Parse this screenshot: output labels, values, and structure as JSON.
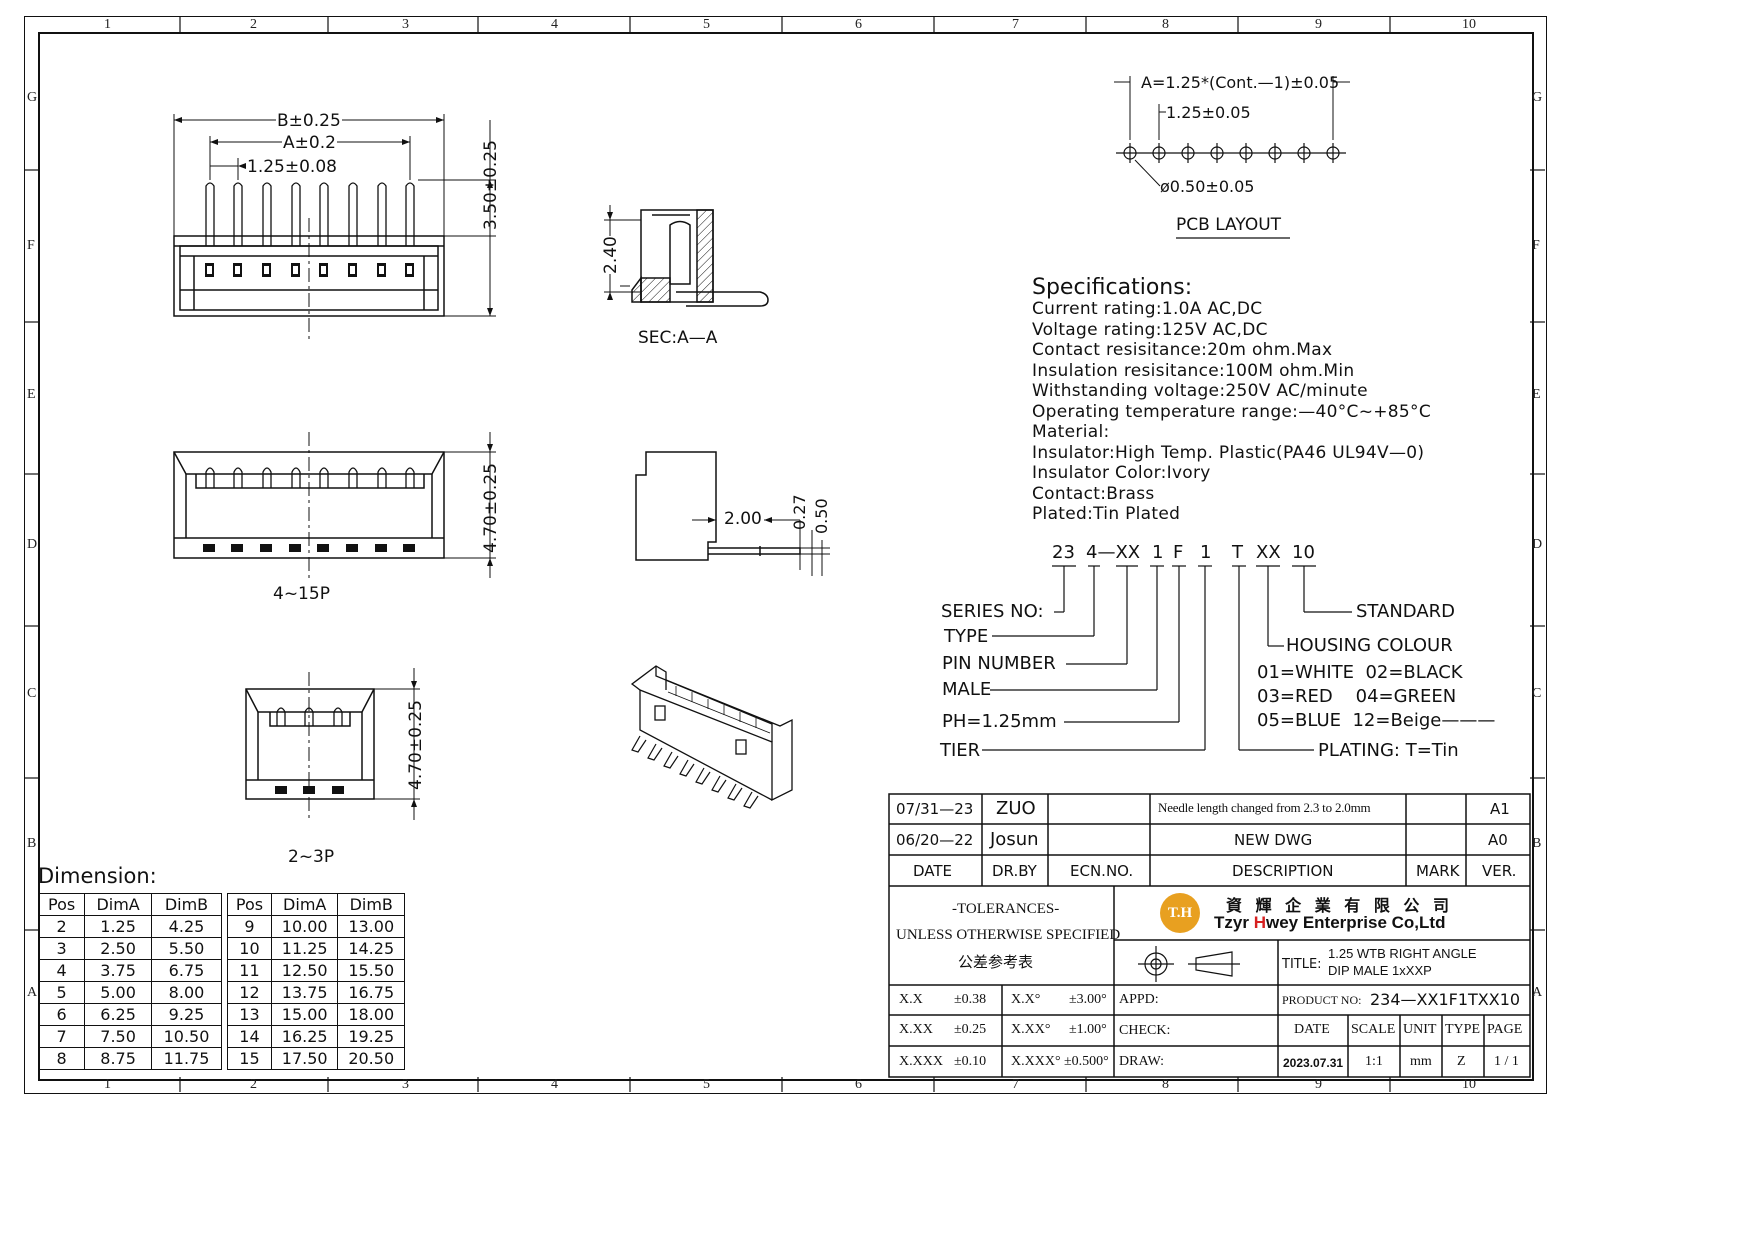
{
  "frame": {
    "col_numbers": [
      "1",
      "2",
      "3",
      "4",
      "5",
      "6",
      "7",
      "8",
      "9",
      "10"
    ],
    "row_letters": [
      "G",
      "F",
      "E",
      "D",
      "C",
      "B",
      "A"
    ]
  },
  "views": {
    "top": {
      "dim_b": "B±0.25",
      "dim_a": "A±0.2",
      "pitch": "1.25±0.08",
      "height": "3.50±0.25"
    },
    "section": {
      "dim_240": "2.40",
      "caption": "SEC:A—A"
    },
    "front": {
      "height": "4.70±0.25",
      "caption": "4~15P"
    },
    "side": {
      "dim_200": "2.00",
      "dim_027": "0.27",
      "dim_050": "0.50"
    },
    "small": {
      "height": "4.70±0.25",
      "caption": "2~3P"
    }
  },
  "pcb": {
    "dim_a": "A=1.25*(Cont.—1)±0.05",
    "pitch": "1.25±0.05",
    "hole": "ø0.50±0.05",
    "title": "PCB  LAYOUT"
  },
  "specs": {
    "title": "Specifications:",
    "lines": [
      "Current  rating:1.0A  AC,DC",
      "Voltage  rating:125V  AC,DC",
      "Contact  resisitance:20m  ohm.Max",
      "Insulation  resisitance:100M  ohm.Min",
      "Withstanding  voltage:250V  AC/minute",
      "Operating  temperature  range:—40°C~+85°C",
      "Material:",
      "Insulator:High  Temp.  Plastic(PA46  UL94V—0)",
      "Insulator  Color:Ivory",
      "Contact:Brass",
      "Plated:Tin  Plated"
    ]
  },
  "part_code": {
    "segments": [
      "23",
      "4—XX",
      "1",
      "F",
      "1",
      "T",
      "XX",
      "10"
    ],
    "series": "SERIES  NO:",
    "type": "TYPE",
    "pin_number": "PIN  NUMBER",
    "male": "MALE",
    "ph": "PH=1.25mm",
    "tier": "TIER",
    "standard": "STANDARD",
    "housing": "HOUSING  COLOUR",
    "colours": [
      "01=WHITE  02=BLACK",
      "03=RED    04=GREEN",
      "05=BLUE  12=Beige———"
    ],
    "plating": "PLATING: T=Tin"
  },
  "dimension_table": {
    "title": "Dimension:",
    "headers": [
      "Pos",
      "DimA",
      "DimB"
    ],
    "left": [
      [
        "2",
        "1.25",
        "4.25"
      ],
      [
        "3",
        "2.50",
        "5.50"
      ],
      [
        "4",
        "3.75",
        "6.75"
      ],
      [
        "5",
        "5.00",
        "8.00"
      ],
      [
        "6",
        "6.25",
        "9.25"
      ],
      [
        "7",
        "7.50",
        "10.50"
      ],
      [
        "8",
        "8.75",
        "11.75"
      ]
    ],
    "right": [
      [
        "9",
        "10.00",
        "13.00"
      ],
      [
        "10",
        "11.25",
        "14.25"
      ],
      [
        "11",
        "12.50",
        "15.50"
      ],
      [
        "12",
        "13.75",
        "16.75"
      ],
      [
        "13",
        "15.00",
        "18.00"
      ],
      [
        "14",
        "16.25",
        "19.25"
      ],
      [
        "15",
        "17.50",
        "20.50"
      ]
    ]
  },
  "revisions": [
    {
      "date": "07/31—23",
      "by": "ZUO",
      "ecn": "",
      "desc": "Needle length changed from 2.3 to 2.0mm",
      "mark": "",
      "ver": "A1"
    },
    {
      "date": "06/20—22",
      "by": "Josun",
      "ecn": "",
      "desc": "NEW  DWG",
      "mark": "",
      "ver": "A0"
    }
  ],
  "revision_headers": {
    "date": "DATE",
    "by": "DR.BY",
    "ecn": "ECN.NO.",
    "desc": "DESCRIPTION",
    "mark": "MARK",
    "ver": "VER."
  },
  "tolerances": {
    "title": "-TOLERANCES-",
    "line2": "UNLESS OTHERWISE SPECIFIED",
    "line3": "公差参考表",
    "rows": [
      [
        "X.X",
        "±0.38",
        "X.X°",
        "±3.00°"
      ],
      [
        "X.XX",
        "±0.25",
        "X.XX°",
        "±1.00°"
      ],
      [
        "X.XXX",
        "±0.10",
        "X.XXX°",
        "±0.500°"
      ]
    ]
  },
  "company": {
    "logo_text": "T.H",
    "name_cn": "資 輝 企 業 有 限 公 司",
    "name_en": "Tzyr Hwey Enterprise Co,Ltd",
    "name_en_first": "Tzyr ",
    "name_en_h": "H",
    "name_en_rest": "wey Enterprise Co,Ltd",
    "accent": "#e8a020",
    "red": "#d62020"
  },
  "title_block": {
    "title_label": "TITLE:",
    "title_line1": "1.25 WTB  RIGHT ANGLE",
    "title_line2": "DIP MALE 1xXXP",
    "appd": "APPD:",
    "check": "CHECK:",
    "draw": "DRAW:",
    "product_no_label": "PRODUCT NO:",
    "product_no": "234—XX1F1TXX10",
    "date_label": "DATE",
    "scale_label": "SCALE",
    "unit_label": "UNIT",
    "type_label": "TYPE",
    "page_label": "PAGE",
    "date": "2023.07.31",
    "scale": "1:1",
    "unit": "mm",
    "type": "Z",
    "page": "1 / 1"
  }
}
